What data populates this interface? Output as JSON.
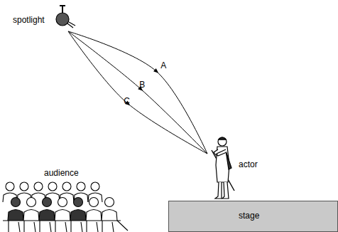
{
  "diagram": {
    "nodes": [
      {
        "text": [
          "spotlight"
        ]
      },
      {
        "text": [
          "actor"
        ]
      },
      {
        "text": [
          "stage"
        ]
      }
    ],
    "edges": [
      {
        "from": 0,
        "to": 1,
        "arrow": "to",
        "label": "A"
      },
      {
        "from": 0,
        "to": 1,
        "arrow": "to",
        "label": "B"
      },
      {
        "from": 0,
        "to": 1,
        "arrow": "to",
        "label": "C"
      }
    ],
    "labels": [
      "audience"
    ]
  }
}
